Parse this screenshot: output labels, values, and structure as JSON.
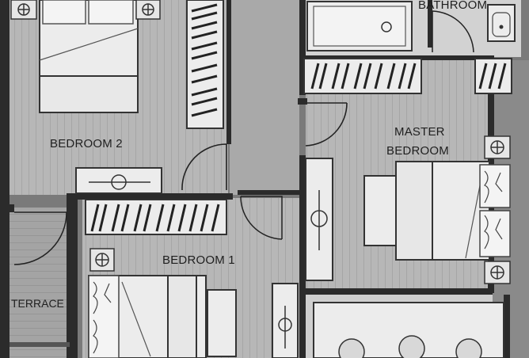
{
  "rooms": {
    "bedroom_2": "BEDROOM 2",
    "master_line1": "MASTER",
    "master_line2": "BEDROOM",
    "bedroom_1": "BEDROOM 1",
    "terrace": "TERRACE",
    "bathroom": "BATHROOM"
  },
  "colors": {
    "wall": "#2b2b2b",
    "floor_wood": "#b9b9b9",
    "floor_tile": "#d2d2d2",
    "furniture": "#ececec",
    "corridor": "#a9a9a9",
    "terrace": "#a3a3a3"
  }
}
